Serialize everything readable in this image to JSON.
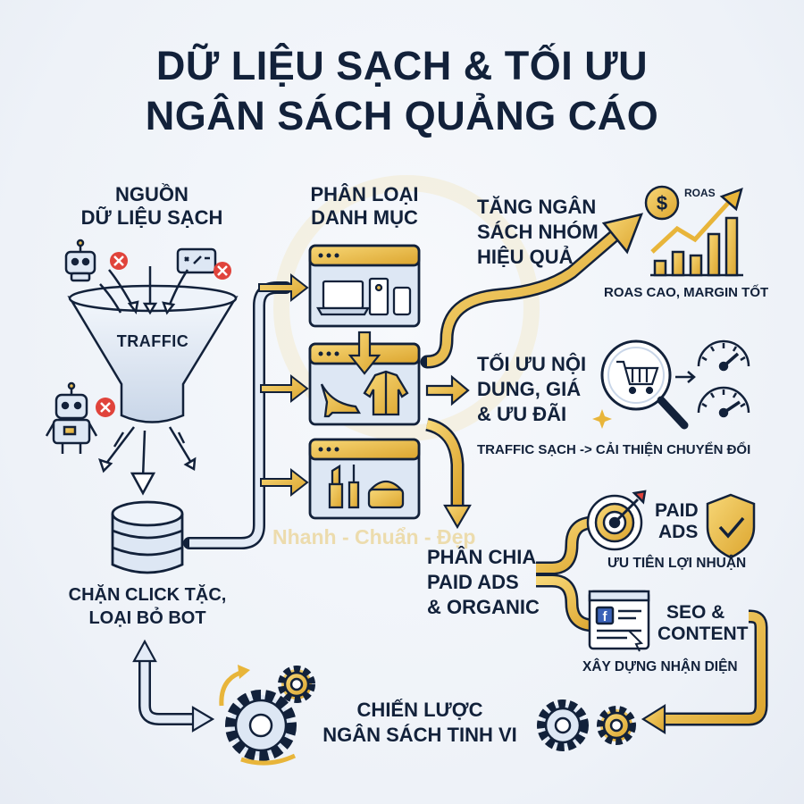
{
  "title": {
    "line1": "DỮ LIỆU SẠCH & TỐI ƯU",
    "line2": "NGÂN SÁCH QUẢNG CÁO"
  },
  "source": {
    "line1": "NGUỒN",
    "line2": "DỮ LIỆU SẠCH",
    "funnel_label": "TRAFFIC"
  },
  "block": {
    "line1": "CHẶN CLICK TẶC,",
    "line2": "LOẠI BỎ BOT"
  },
  "classify": {
    "line1": "PHÂN LOẠI",
    "line2": "DANH MỤC"
  },
  "increase": {
    "line1": "TĂNG NGÂN",
    "line2": "SÁCH NHÓM",
    "line3": "HIỆU QUẢ"
  },
  "roas": {
    "badge": "ROAS",
    "caption": "ROAS CAO, MARGIN TỐT"
  },
  "optimize": {
    "line1": "TỐI ƯU NỘI",
    "line2": "DUNG, GIÁ",
    "line3": "& ƯU ĐÃI",
    "caption": "TRAFFIC SẠCH -> CẢI THIỆN CHUYỂN ĐỔI"
  },
  "split": {
    "line1": "PHÂN CHIA",
    "line2": "PAID ADS",
    "line3": "& ORGANIC"
  },
  "paid": {
    "line1": "PAID",
    "line2": "ADS",
    "caption": "ƯU TIÊN LỢI NHUẬN"
  },
  "seo": {
    "line1": "SEO &",
    "line2": "CONTENT",
    "caption": "XÂY DỰNG NHẬN DIỆN"
  },
  "strategy": {
    "line1": "CHIẾN LƯỢC",
    "line2": "NGÂN SÁCH TINH VI"
  },
  "watermark": "Nhanh - Chuẩn - Đẹp",
  "icons": [
    "robot-icon",
    "cancel-icon",
    "captcha-icon",
    "funnel-icon",
    "database-icon",
    "laptop-icon",
    "desktop-icon",
    "phone-icon",
    "heels-icon",
    "coat-icon",
    "lipstick-icon",
    "mascara-icon",
    "cream-jar-icon",
    "dollar-coin-icon",
    "bar-chart-icon",
    "magnifier-icon",
    "cart-icon",
    "gauge-icon",
    "target-icon",
    "shield-check-icon",
    "facebook-page-icon",
    "gears-icon",
    "sparkle-icon"
  ],
  "colors": {
    "navy": "#12213a",
    "gold": "#e8b53a",
    "pale_blue": "#dde7f4",
    "red": "#e0433b"
  }
}
